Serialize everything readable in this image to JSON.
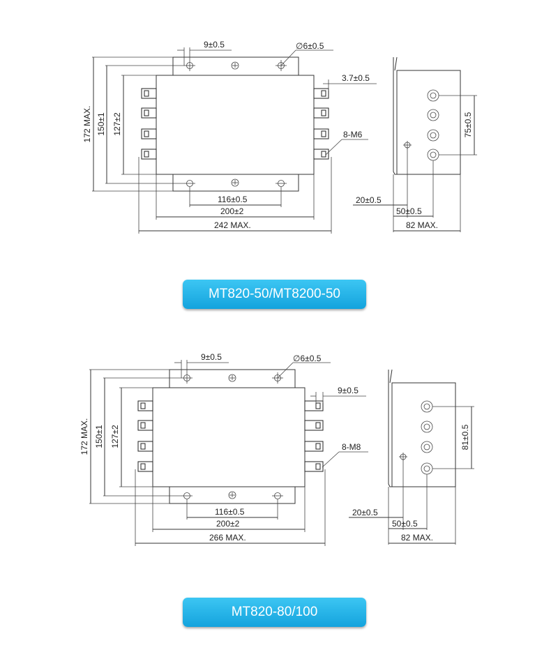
{
  "drawings": [
    {
      "model_label": "MT820-50/MT8200-50",
      "dims": {
        "mount_hole_offset": "9±0.5",
        "hole_diameter": "∅6±0.5",
        "terminal_offset": "3.7±0.5",
        "terminal_thread": "8-M6",
        "overall_height": "172 MAX.",
        "mount_height": "150±1",
        "body_height": "127±2",
        "hole_spacing": "116±0.5",
        "body_width": "200±2",
        "overall_width": "242 MAX.",
        "side_ground": "20±0.5",
        "side_terminal_offset": "50±0.5",
        "side_depth": "82 MAX.",
        "terminal_pitch": "75±0.5"
      }
    },
    {
      "model_label": "MT820-80/100",
      "dims": {
        "mount_hole_offset": "9±0.5",
        "hole_diameter": "∅6±0.5",
        "terminal_offset": "9±0.5",
        "terminal_thread": "8-M8",
        "overall_height": "172 MAX.",
        "mount_height": "150±1",
        "body_height": "127±2",
        "hole_spacing": "116±0.5",
        "body_width": "200±2",
        "overall_width": "266 MAX.",
        "side_ground": "20±0.5",
        "side_terminal_offset": "50±0.5",
        "side_depth": "82 MAX.",
        "terminal_pitch": "81±0.5"
      }
    }
  ]
}
